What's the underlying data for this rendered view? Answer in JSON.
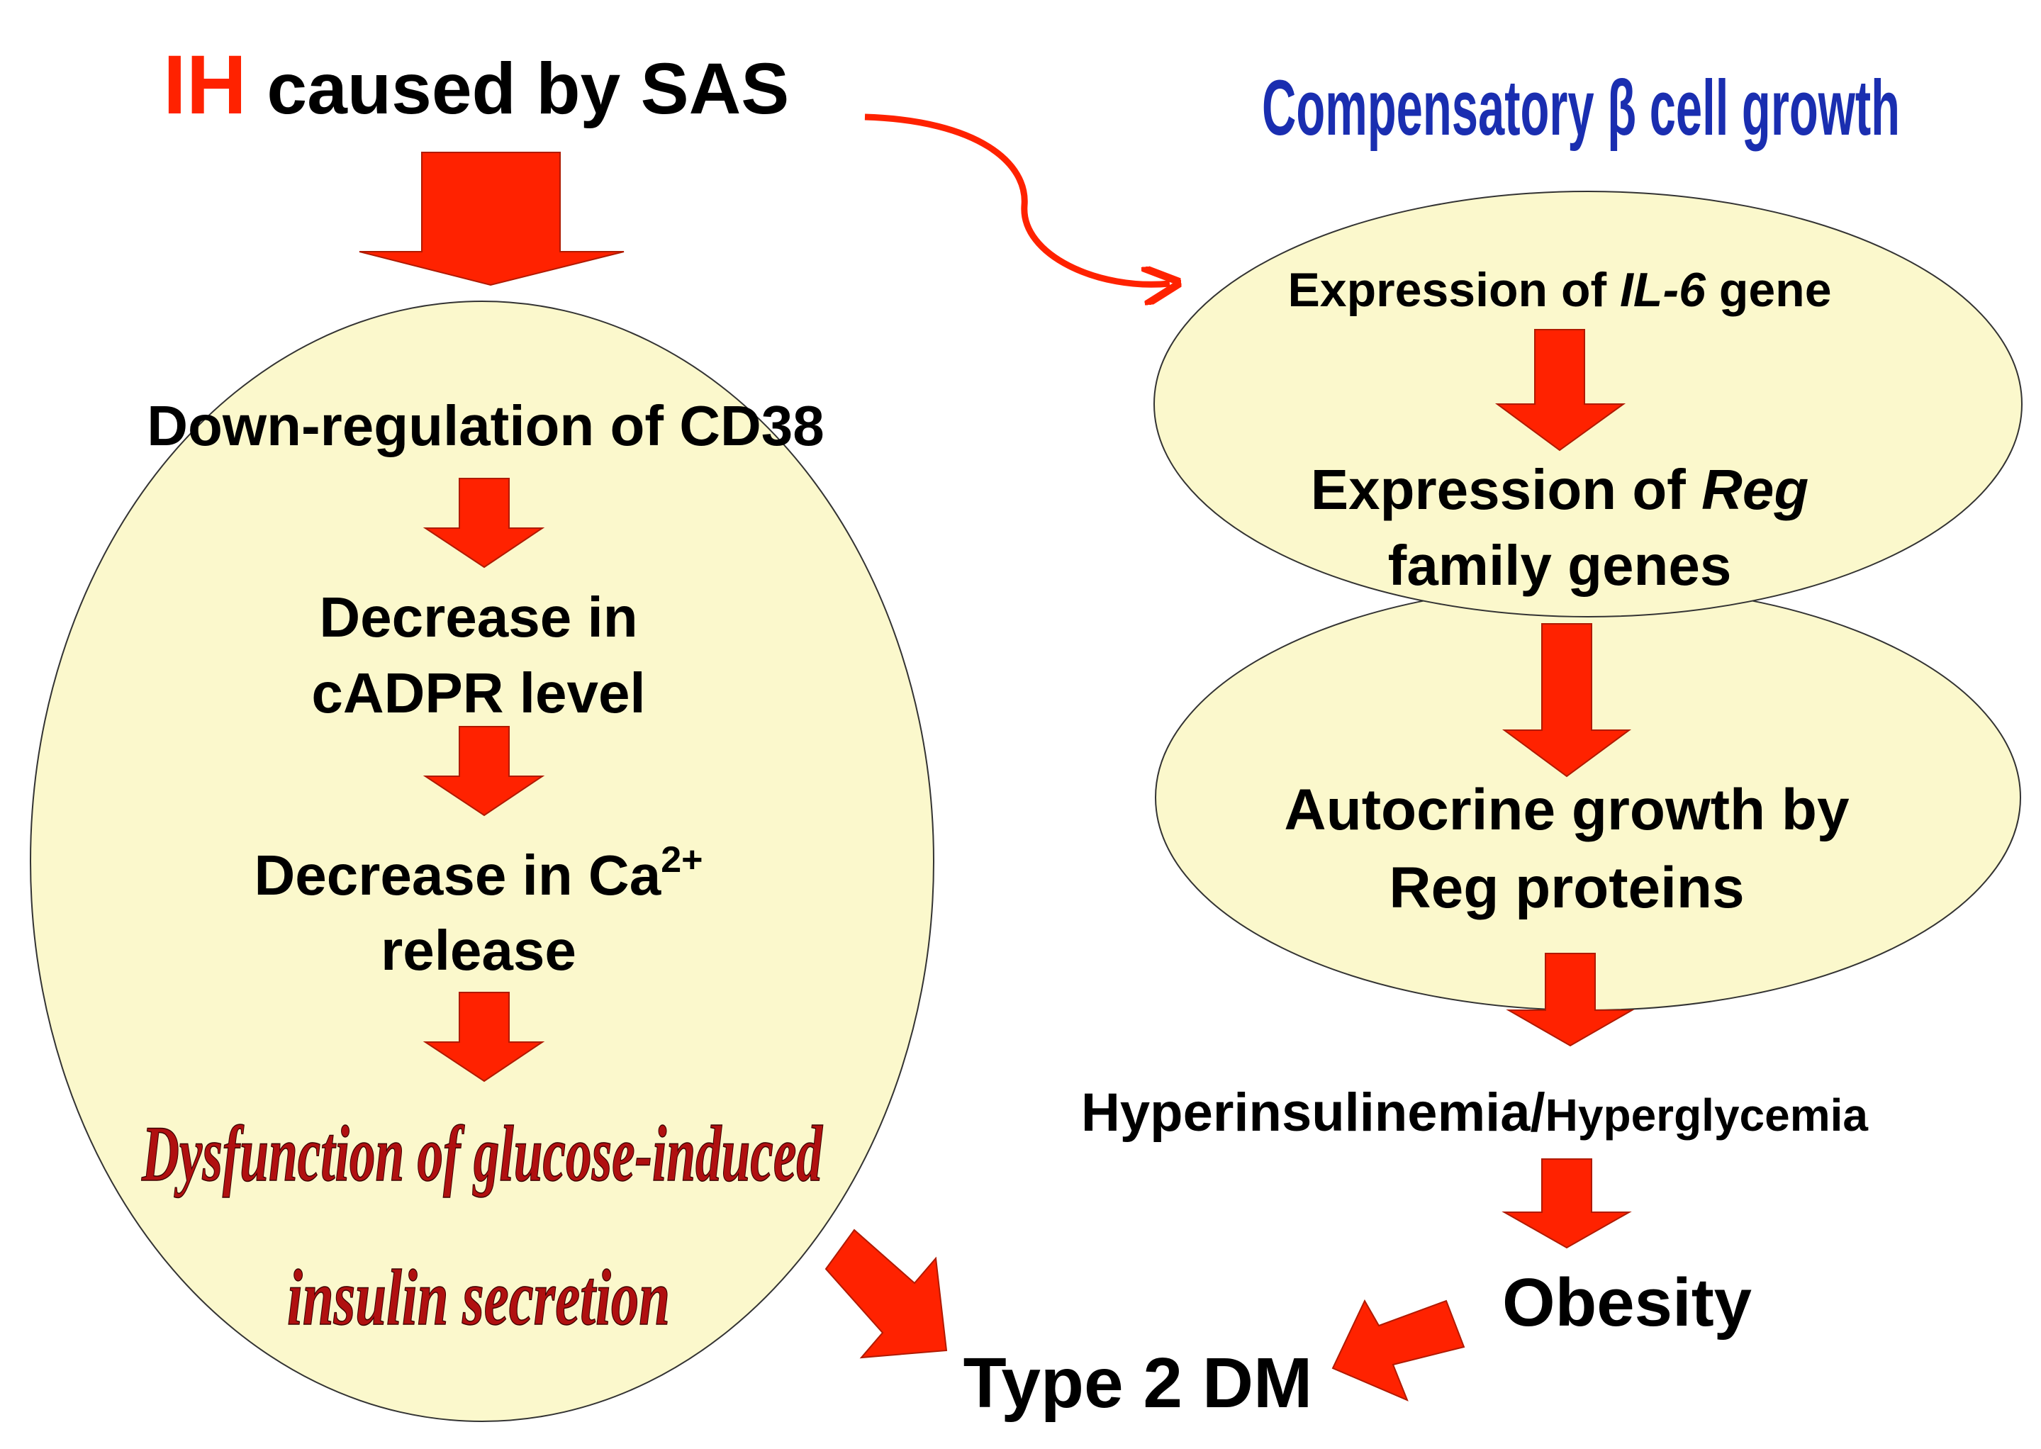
{
  "colors": {
    "arrow": "#ff2200",
    "arrow_stroke": "#b01a00",
    "ellipse_fill": "#fbf8cc",
    "ih_red": "#ff2200",
    "heading_blue": "#1a2eb0",
    "dark_red_text": "#b01010"
  },
  "title": {
    "ih": "IH",
    "rest": " caused by SAS"
  },
  "right_heading": "Compensatory β cell growth",
  "left_column": {
    "step1": "Down-regulation of CD38",
    "step2_line1": "Decrease in",
    "step2_line2": "cADPR level",
    "step3_line1_prefix": "Decrease in Ca",
    "step3_superscript": "2+",
    "step3_line2": "release",
    "step4_line1": "Dysfunction of glucose-induced",
    "step4_line2": "insulin secretion"
  },
  "right_column": {
    "il6_prefix": "Expression of ",
    "il6_gene": "IL-6",
    "il6_suffix": " gene",
    "reg_prefix": "Expression of ",
    "reg_gene": "Reg",
    "reg_line2": "family genes",
    "autocrine_line1": "Autocrine growth by",
    "autocrine_line2": "Reg proteins",
    "hyper_a": "Hyperinsulinemia/",
    "hyper_b": "Hyperglycemia",
    "obesity": "Obesity"
  },
  "outcome": "Type 2 DM"
}
